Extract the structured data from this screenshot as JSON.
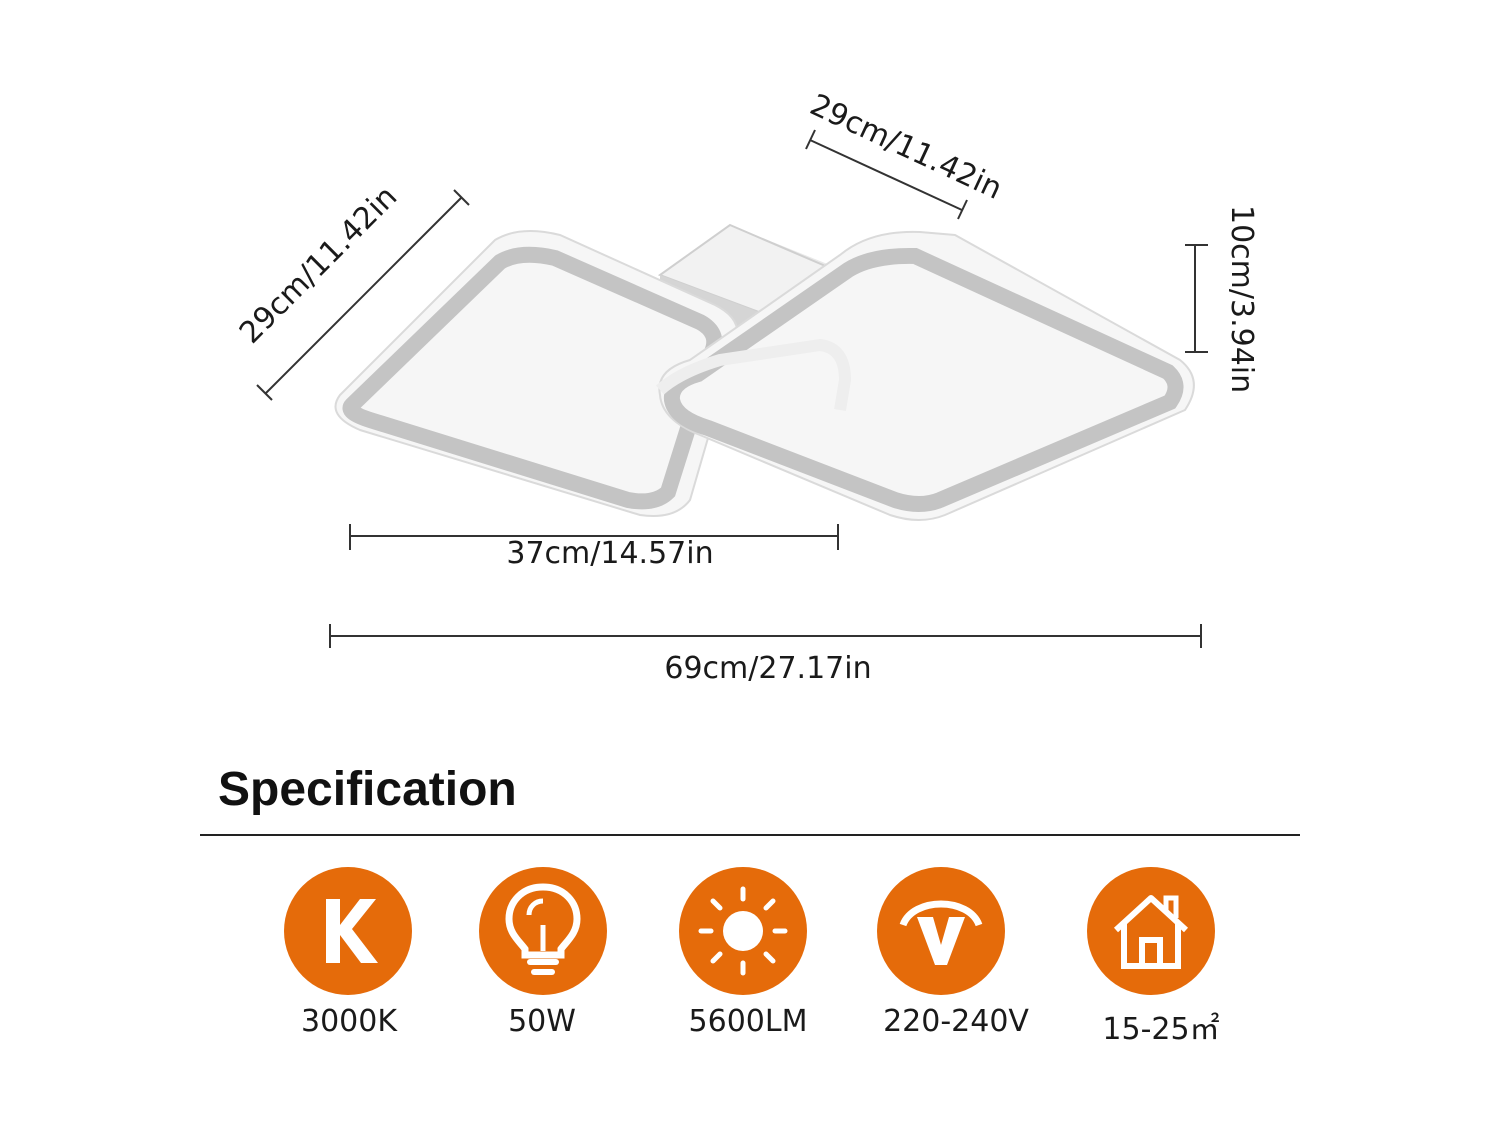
{
  "dimensions": {
    "depth_left": "29cm/11.42in",
    "depth_right": "29cm/11.42in",
    "height": "10cm/3.94in",
    "single_width": "37cm/14.57in",
    "total_width": "69cm/27.17in"
  },
  "specification": {
    "title": "Specification",
    "items": [
      {
        "icon": "kelvin-icon",
        "value": "3000K"
      },
      {
        "icon": "bulb-icon",
        "value": "50W"
      },
      {
        "icon": "sun-icon",
        "value": "5600LM"
      },
      {
        "icon": "voltage-icon",
        "value": "220-240V"
      },
      {
        "icon": "house-icon",
        "value": "15-25㎡"
      }
    ]
  },
  "colors": {
    "accent": "#e56b0a",
    "frame": "#c9c9c9",
    "frame_light": "#f4f4f4"
  }
}
